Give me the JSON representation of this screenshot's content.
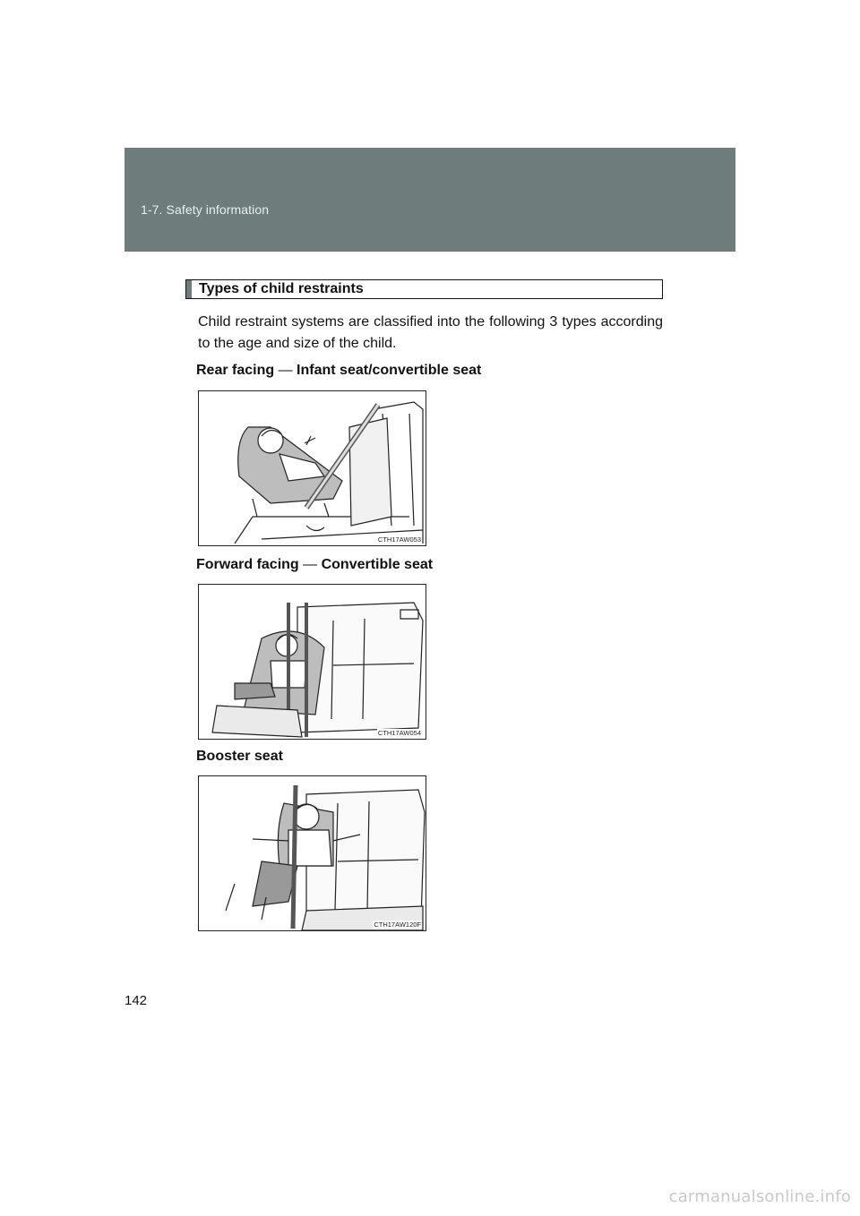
{
  "header": {
    "section": "1-7. Safety information"
  },
  "heading": "Types of child restraints",
  "intro": "Child restraint systems are classified into the following 3 types according to the age and size of the child.",
  "rear_facing": {
    "label": "Rear facing",
    "dash": "—",
    "type": "Infant seat/convertible seat",
    "figure_code": "CTH17AW053"
  },
  "forward_facing": {
    "label": "Forward facing",
    "dash": "—",
    "type": "Convertible seat",
    "figure_code": "CTH17AW054"
  },
  "booster": {
    "label": "Booster seat",
    "figure_code": "CTH17AW120F"
  },
  "page_number": "142",
  "watermark": "carmanualsonline.info"
}
